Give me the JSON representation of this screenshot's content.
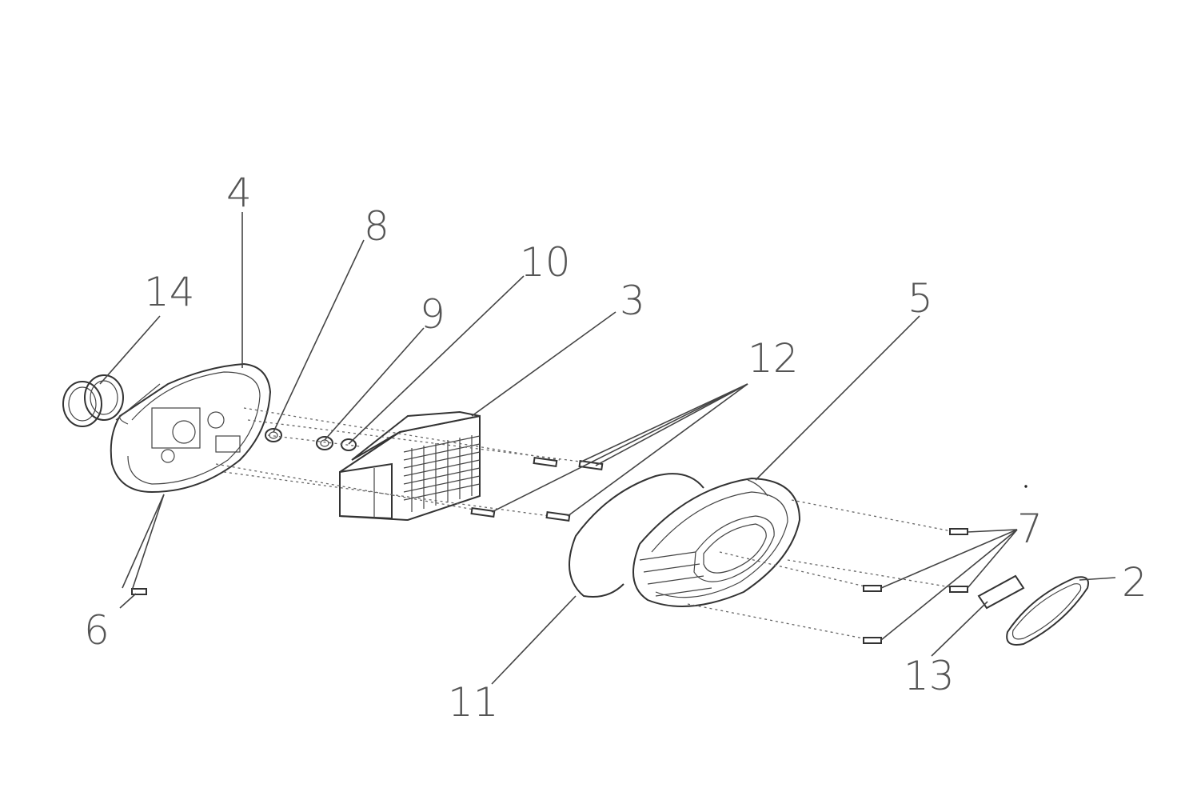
{
  "diagram": {
    "callouts": [
      {
        "id": "label-1",
        "text": "4"
      },
      {
        "id": "label-2",
        "text": "8"
      },
      {
        "id": "label-3",
        "text": "10"
      },
      {
        "id": "label-4",
        "text": "14"
      },
      {
        "id": "label-5",
        "text": "9"
      },
      {
        "id": "label-6",
        "text": "3"
      },
      {
        "id": "label-7",
        "text": "5"
      },
      {
        "id": "label-8",
        "text": "12"
      },
      {
        "id": "label-9",
        "text": "7"
      },
      {
        "id": "label-10",
        "text": "2"
      },
      {
        "id": "label-11",
        "text": "6"
      },
      {
        "id": "label-12",
        "text": "13"
      },
      {
        "id": "label-13",
        "text": "11"
      }
    ]
  }
}
